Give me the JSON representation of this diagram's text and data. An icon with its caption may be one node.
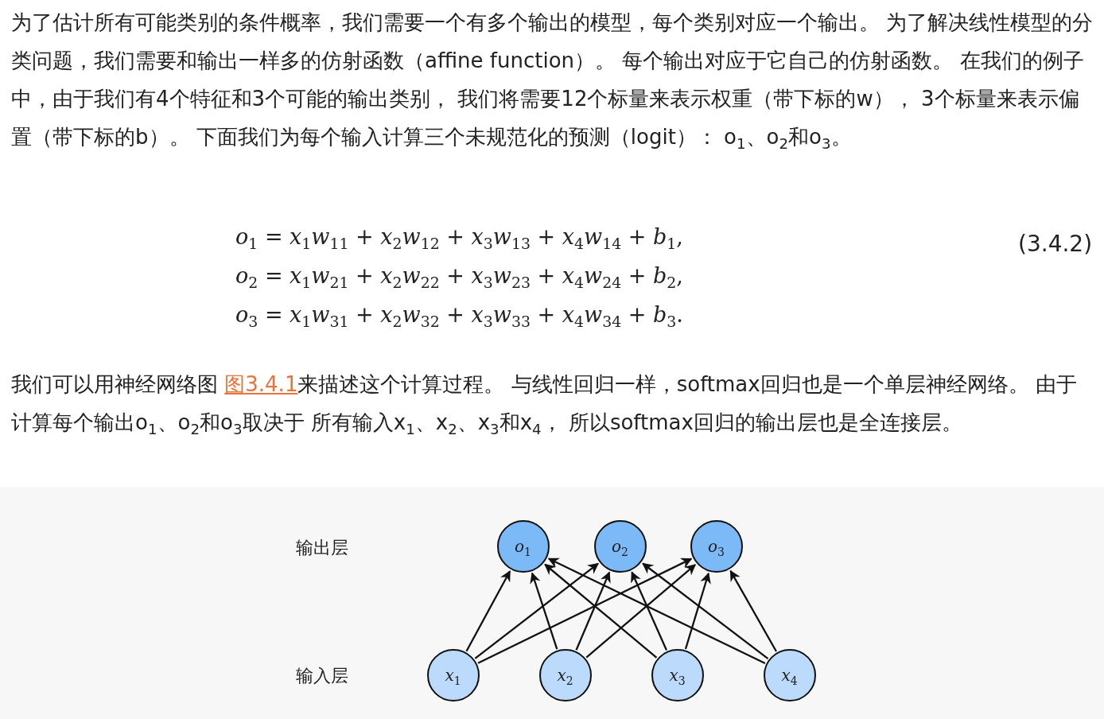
{
  "diagram": {
    "nodes": [
      {
        "text": [
          "*o*$_{1}$"
        ]
      },
      {
        "text": [
          "*o*$_{2}$"
        ]
      },
      {
        "text": [
          "*o*$_{3}$"
        ]
      },
      {
        "text": [
          "*x*$_{1}$"
        ]
      },
      {
        "text": [
          "*x*$_{2}$"
        ]
      },
      {
        "text": [
          "*x*$_{3}$"
        ]
      },
      {
        "text": [
          "*x*$_{4}$"
        ]
      }
    ],
    "edges": [
      {
        "from": 3,
        "to": 0,
        "arrow": "to"
      },
      {
        "from": 3,
        "to": 1,
        "arrow": "to"
      },
      {
        "from": 3,
        "to": 2,
        "arrow": "to"
      },
      {
        "from": 4,
        "to": 0,
        "arrow": "to"
      },
      {
        "from": 4,
        "to": 1,
        "arrow": "to"
      },
      {
        "from": 4,
        "to": 2,
        "arrow": "to"
      },
      {
        "from": 5,
        "to": 0,
        "arrow": "to"
      },
      {
        "from": 5,
        "to": 1,
        "arrow": "to"
      },
      {
        "from": 5,
        "to": 2,
        "arrow": "to"
      },
      {
        "from": 6,
        "to": 0,
        "arrow": "to"
      },
      {
        "from": 6,
        "to": 1,
        "arrow": "to"
      },
      {
        "from": 6,
        "to": 2,
        "arrow": "to"
      }
    ],
    "labels": [
      "为了估计所有可能类别的条件概率，我们需要一个有多个输出的模型，每个类别对应一个输出。 为了解决线性模型的分类问题，我们需要和输出一样多的仿射函数（affine function）。 每个输出对应于它自己的仿射函数。 在我们的例子中，由于我们有4个特征和3个可能的输出类别， 我们将需要12个标量来表示权重（带下标的w）， 3个标量来表示偏置（带下标的b）。 下面我们为每个输入计算三个未规范化的预测（logit）： o$_{1}$、o$_{2}$和o$_{3}$。",
      "*o*$_{1}$ = *x*$_{1}$*w*$_{11}$ + *x*$_{2}$*w*$_{12}$ + *x*$_{3}$*w*$_{13}$ + *x*$_{4}$*w*$_{14}$ + *b*$_{1}$,",
      "*o*$_{2}$ = *x*$_{1}$*w*$_{21}$ + *x*$_{2}$*w*$_{22}$ + *x*$_{3}$*w*$_{23}$ + *x*$_{4}$*w*$_{24}$ + *b*$_{2}$,",
      "*o*$_{3}$ = *x*$_{1}$*w*$_{31}$ + *x*$_{2}$*w*$_{32}$ + *x*$_{3}$*w*$_{33}$ + *x*$_{4}$*w*$_{34}$ + *b*$_{3}$.",
      "(3.4.2)",
      "我们可以用神经网络图 ",
      "图3.4.1",
      "来描述这个计算过程。 与线性回归一样，softmax回归也是一个单层神经网络。 由于计算每个输出o$_{1}$、o$_{2}$和o$_{3}$取决于 所有输入x$_{1}$、x$_{2}$、x$_{3}$和x$_{4}$， 所以softmax回归的输出层也是全连接层。",
      "输出层",
      "输入层"
    ]
  }
}
